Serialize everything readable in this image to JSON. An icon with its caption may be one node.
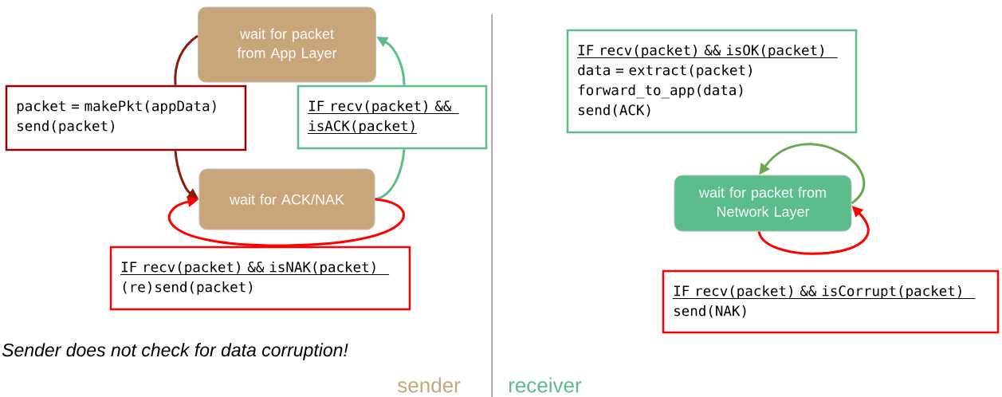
{
  "diagram": {
    "nodes": [
      {
        "text": [
          "wait for packet from App Layer"
        ]
      },
      {
        "text": [
          "wait for ACK/NAK"
        ]
      },
      {
        "text": [
          "wait for packet from Network Layer"
        ]
      },
      {
        "text": [
          "packet = makePkt(appData)",
          "send(packet)"
        ]
      },
      {
        "text": [
          "IF recv(packet) && isACK(packet)"
        ]
      },
      {
        "text": [
          "IF recv(packet) && isNAK(packet)",
          "(re)send(packet)"
        ]
      },
      {
        "text": [
          "IF recv(packet) && isOK(packet)",
          "data = extract(packet)",
          "forward_to_app(data)",
          "send(ACK)"
        ]
      },
      {
        "text": [
          "IF recv(packet) && isCorrupt(packet)",
          "send(NAK)"
        ]
      }
    ],
    "edges": [
      {
        "from": 0,
        "to": 3,
        "arrow": "none",
        "color": "#8b1a0a"
      },
      {
        "from": 3,
        "to": 1,
        "arrow": "to",
        "color": "#8b1a0a"
      },
      {
        "from": 1,
        "to": 4,
        "arrow": "none",
        "color": "#5bbd8b"
      },
      {
        "from": 4,
        "to": 0,
        "arrow": "to",
        "color": "#5bbd8b"
      },
      {
        "from": 1,
        "to": 1,
        "arrow": "to",
        "color": "#ff0000"
      },
      {
        "from": 2,
        "to": 2,
        "arrow": "to",
        "color": "#6aa84f"
      },
      {
        "from": 2,
        "to": 2,
        "arrow": "to",
        "color": "#ff0000"
      }
    ],
    "labels": [
      "Sender does not check for data corruption!",
      "sender",
      "receiver"
    ]
  }
}
